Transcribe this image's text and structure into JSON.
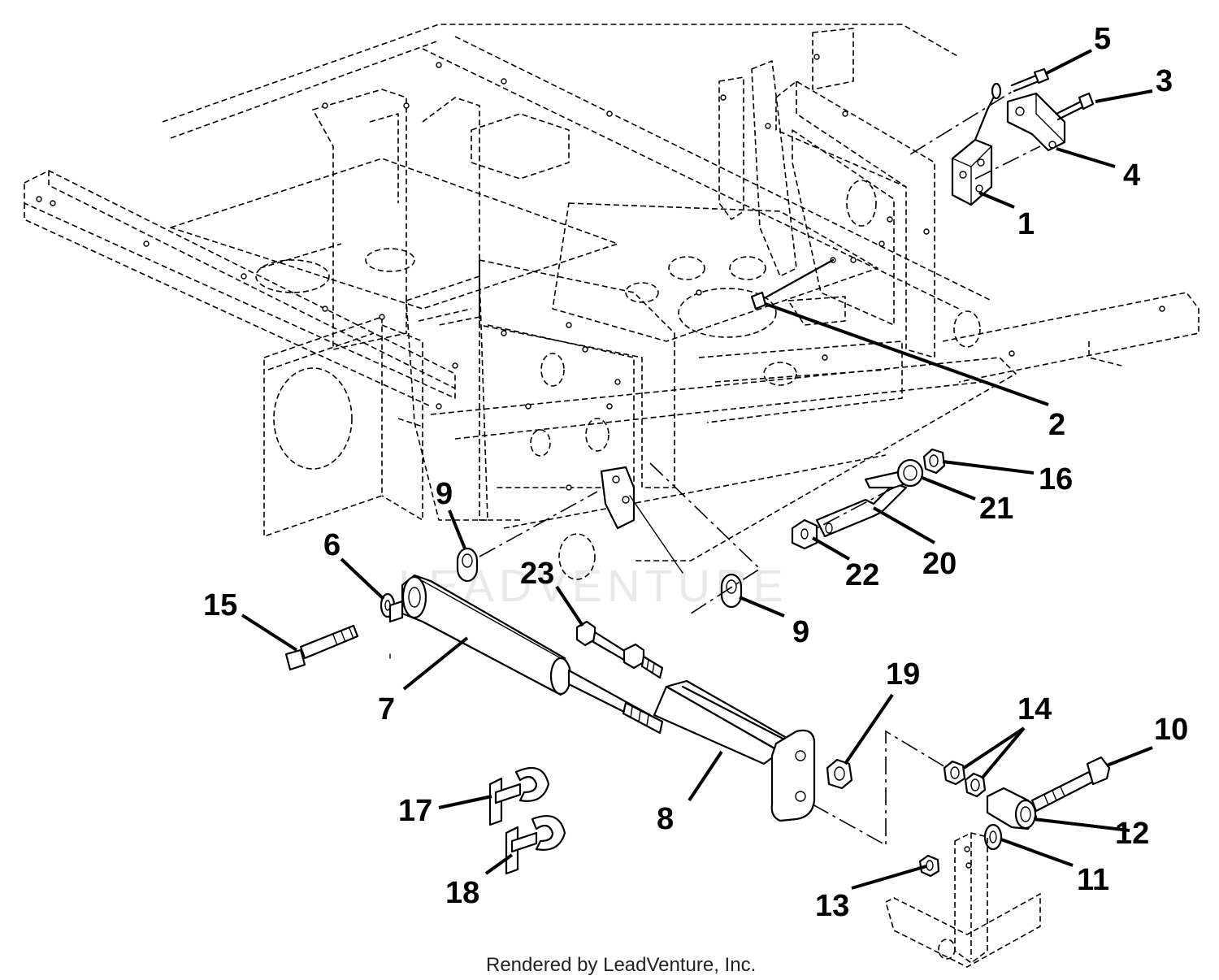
{
  "callouts": [
    {
      "id": "c1",
      "label": "1"
    },
    {
      "id": "c2",
      "label": "2"
    },
    {
      "id": "c3",
      "label": "3"
    },
    {
      "id": "c4",
      "label": "4"
    },
    {
      "id": "c5",
      "label": "5"
    },
    {
      "id": "c6",
      "label": "6"
    },
    {
      "id": "c7",
      "label": "7"
    },
    {
      "id": "c8",
      "label": "8"
    },
    {
      "id": "c9a",
      "label": "9"
    },
    {
      "id": "c9b",
      "label": "9"
    },
    {
      "id": "c10",
      "label": "10"
    },
    {
      "id": "c11",
      "label": "11"
    },
    {
      "id": "c12",
      "label": "12"
    },
    {
      "id": "c13",
      "label": "13"
    },
    {
      "id": "c14",
      "label": "14"
    },
    {
      "id": "c15",
      "label": "15"
    },
    {
      "id": "c16",
      "label": "16"
    },
    {
      "id": "c17",
      "label": "17"
    },
    {
      "id": "c18",
      "label": "18"
    },
    {
      "id": "c19",
      "label": "19"
    },
    {
      "id": "c20",
      "label": "20"
    },
    {
      "id": "c21",
      "label": "21"
    },
    {
      "id": "c22",
      "label": "22"
    },
    {
      "id": "c23",
      "label": "23"
    }
  ],
  "watermark": "LEADVENTURE",
  "footer": "Rendered by LeadVenture, Inc."
}
